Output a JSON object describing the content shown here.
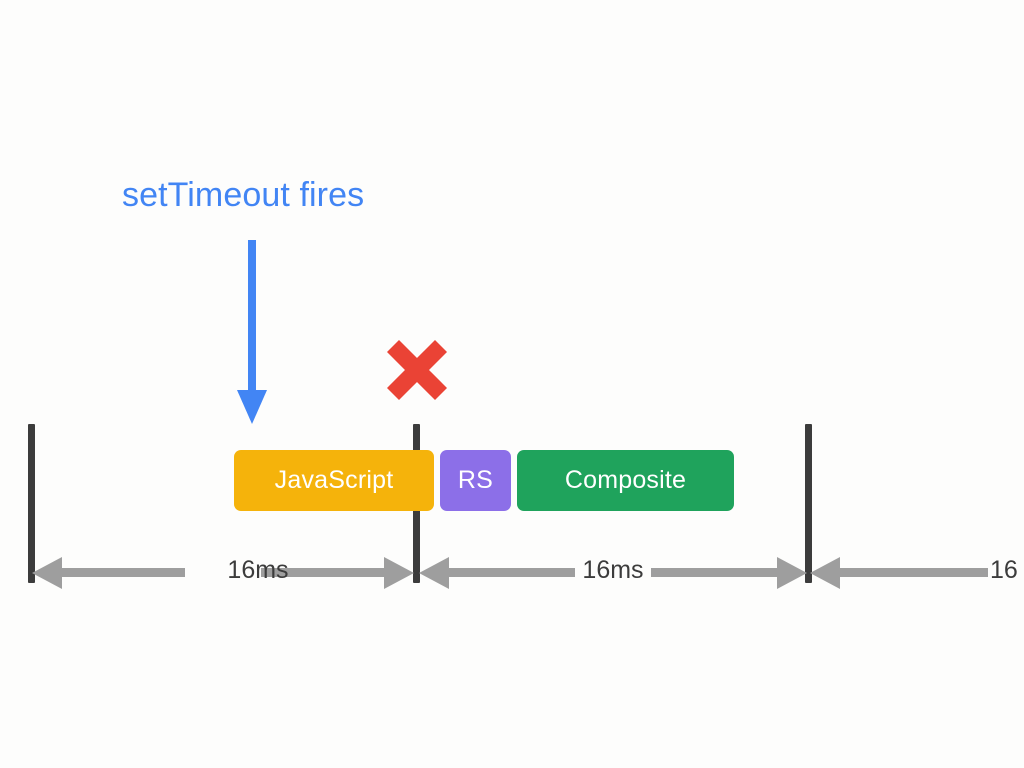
{
  "diagram": {
    "title_annotation": "setTimeout fires",
    "background_color": "#fdfdfc",
    "annotation_color": "#4285f4",
    "marker": {
      "name": "red-x-mark",
      "color": "#ea4335",
      "meaning": "missed frame"
    },
    "frame_ticks": [
      {
        "name": "frame-boundary-1"
      },
      {
        "name": "frame-boundary-2"
      },
      {
        "name": "frame-boundary-3"
      }
    ],
    "tick_color": "#3c3c3c",
    "bars": [
      {
        "label": "JavaScript",
        "color": "#f5b30b"
      },
      {
        "label": "RS",
        "color": "#8c6fe8"
      },
      {
        "label": "Composite",
        "color": "#1fa35c"
      }
    ],
    "intervals": [
      {
        "label": "16ms"
      },
      {
        "label": "16ms"
      },
      {
        "label": "16"
      }
    ],
    "interval_arrow_color": "#9e9e9e"
  }
}
